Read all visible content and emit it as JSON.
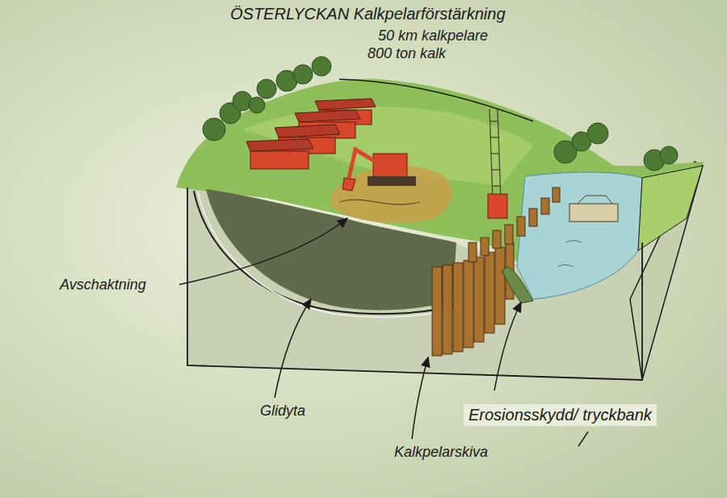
{
  "diagram": {
    "title": "ÖSTERLYCKAN Kalkpelarförstärkning",
    "labels": [
      "50 km kalkpelare",
      "800 ton kalk",
      "Avschaktning",
      "Glidyta",
      "Kalkpelarskiva",
      "Erosionsskydd/ tryckbank"
    ]
  }
}
